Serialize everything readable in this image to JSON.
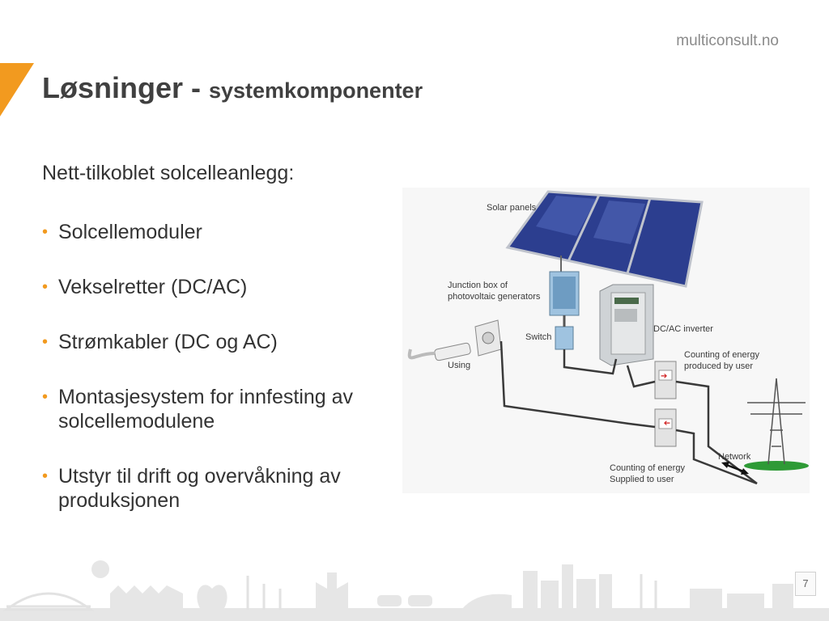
{
  "brand": "multiconsult.no",
  "title": {
    "main": "Løsninger - ",
    "sub": "systemkomponenter"
  },
  "intro": "Nett-tilkoblet solcelleanlegg:",
  "bullets": [
    "Solcellemoduler",
    "Vekselretter (DC/AC)",
    "Strømkabler (DC og AC)",
    "Montasjesystem for innfesting av solcellemodulene",
    "Utstyr til drift og overvåkning av produksjonen"
  ],
  "diagram_labels": {
    "solar_panels": "Solar panels",
    "junction_box_1": "Junction box of",
    "junction_box_2": "photovoltaic generators",
    "switch": "Switch",
    "inverter": "DC/AC inverter",
    "using": "Using",
    "counting_produced_1": "Counting of energy",
    "counting_produced_2": "produced by user",
    "counting_supplied_1": "Counting of energy",
    "counting_supplied_2": "Supplied to user",
    "network": "Network"
  },
  "page_number": "7",
  "colors": {
    "accent": "#f29a1f",
    "panel": "#2c3e8f",
    "footer": "#e6e6e6"
  }
}
